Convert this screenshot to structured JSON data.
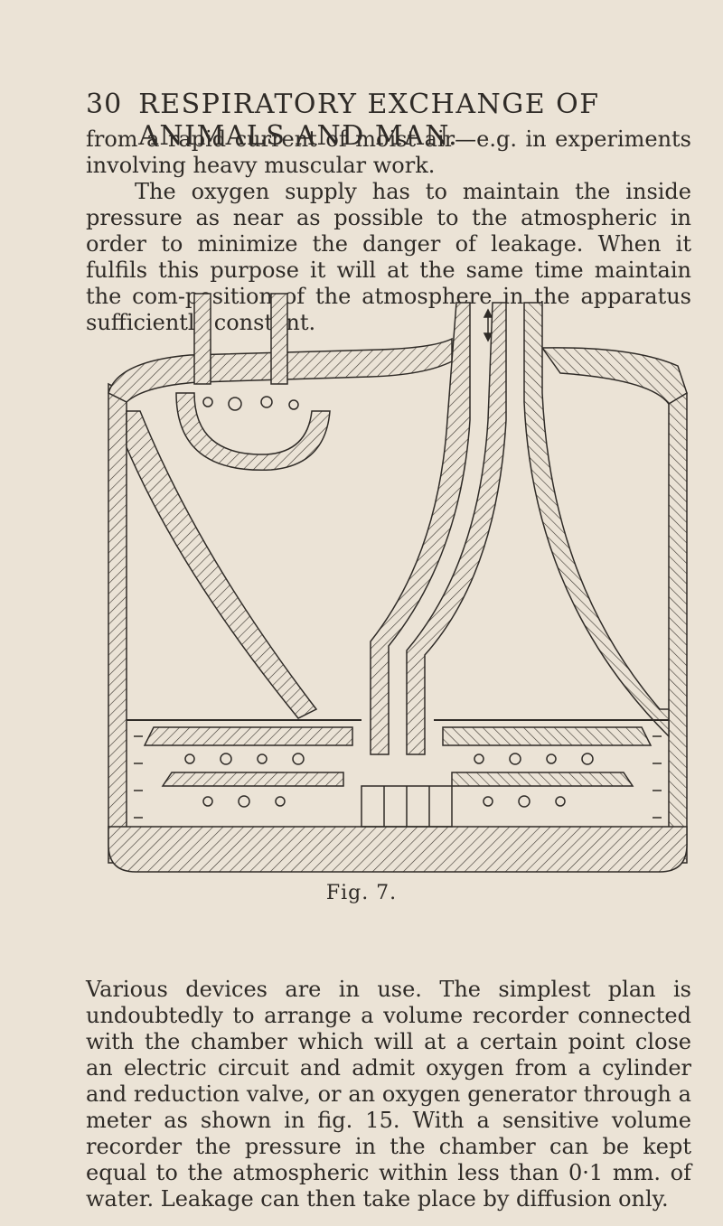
{
  "header": {
    "page_number": "30",
    "running_title": "RESPIRATORY EXCHANGE OF ANIMALS AND MAN."
  },
  "paragraphs": {
    "p1": "from a rapid current of moist air—e.g. in experiments involving heavy muscular work.",
    "p2": "The oxygen supply has to maintain the inside pressure as near as possible to the atmospheric in order to minimize the danger of leakage. When it fulfils this purpose it will at the same time maintain the com-position of the atmosphere in the apparatus sufficiently constant.",
    "p3": "Various devices are in use. The simplest plan is undoubtedly to arrange a volume recorder connected with the chamber which will at a certain point close an electric circuit and admit oxygen from a cylinder and reduction valve, or an oxygen generator through a meter as shown in fig. 15. With a sensitive volume recorder the pressure in the chamber can be kept equal to the atmospheric within less than 0·1 mm. of water. Leakage can then take place by diffusion only."
  },
  "figure": {
    "caption": "Fig. 7.",
    "description_icon": "chamber-cross-section-figure"
  },
  "colors": {
    "paper": "#ebe3d6",
    "ink": "#2f2b27"
  }
}
